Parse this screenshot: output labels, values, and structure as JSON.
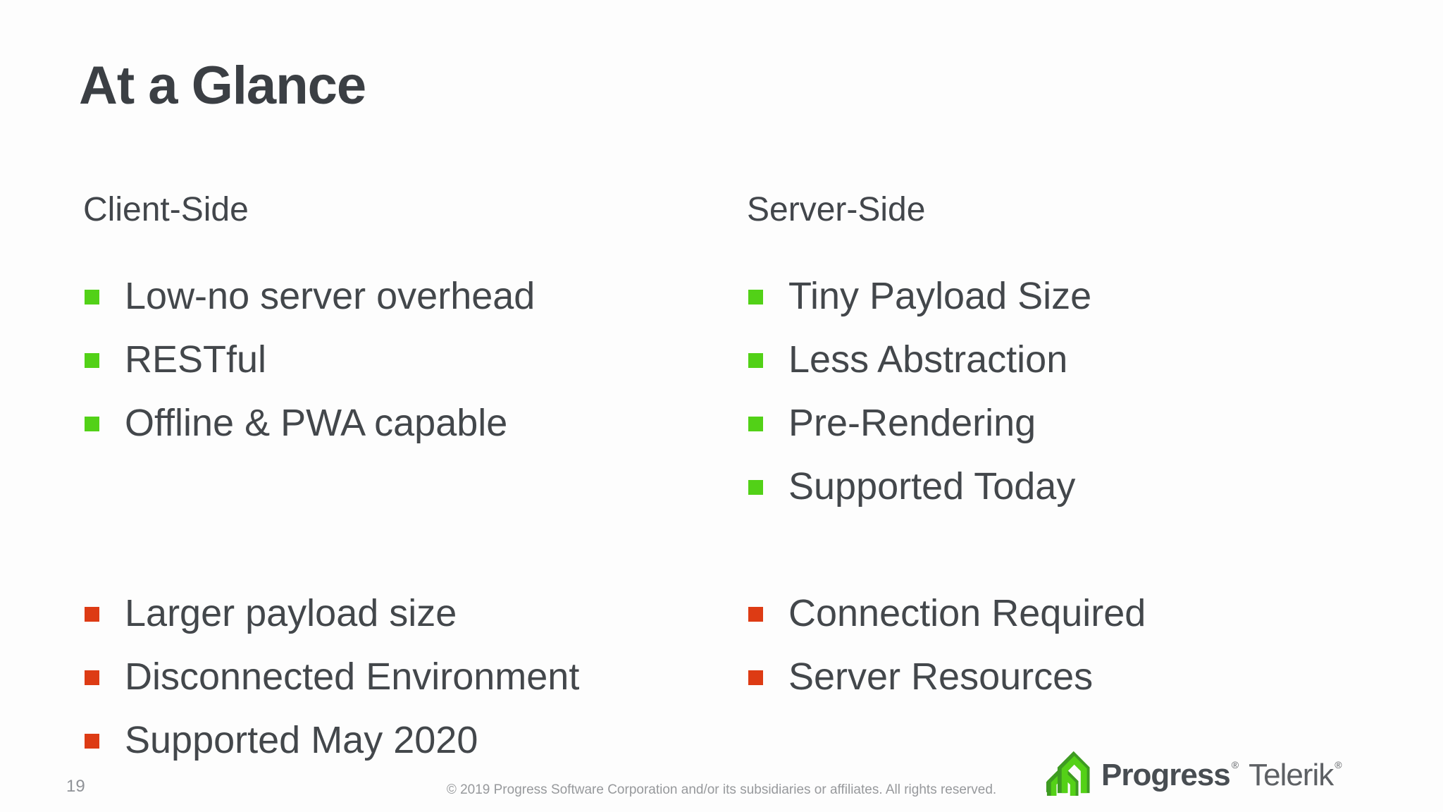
{
  "slide": {
    "title": "At a Glance",
    "page_number": "19",
    "copyright": "© 2019 Progress Software Corporation and/or its subsidiaries or affiliates. All rights reserved.",
    "columns": [
      {
        "header": "Client-Side",
        "pros": [
          "Low-no server overhead",
          "RESTful",
          "Offline & PWA capable"
        ],
        "cons": [
          "Larger payload size",
          "Disconnected Environment",
          "Supported May 2020"
        ]
      },
      {
        "header": "Server-Side",
        "pros": [
          "Tiny Payload Size",
          "Less Abstraction",
          "Pre-Rendering",
          "Supported Today"
        ],
        "cons": [
          "Connection Required",
          "Server Resources"
        ]
      }
    ],
    "logo": {
      "brand": "Progress",
      "product": "Telerik",
      "registered_mark": "®"
    },
    "colors": {
      "pro_bullet": "#52d117",
      "con_bullet": "#dd3b14",
      "logo_green_bright": "#54d117",
      "logo_green_dark": "#3e9b22",
      "title_text": "#3b3f44",
      "body_text": "#43474b",
      "footer_text": "#97999c"
    }
  }
}
